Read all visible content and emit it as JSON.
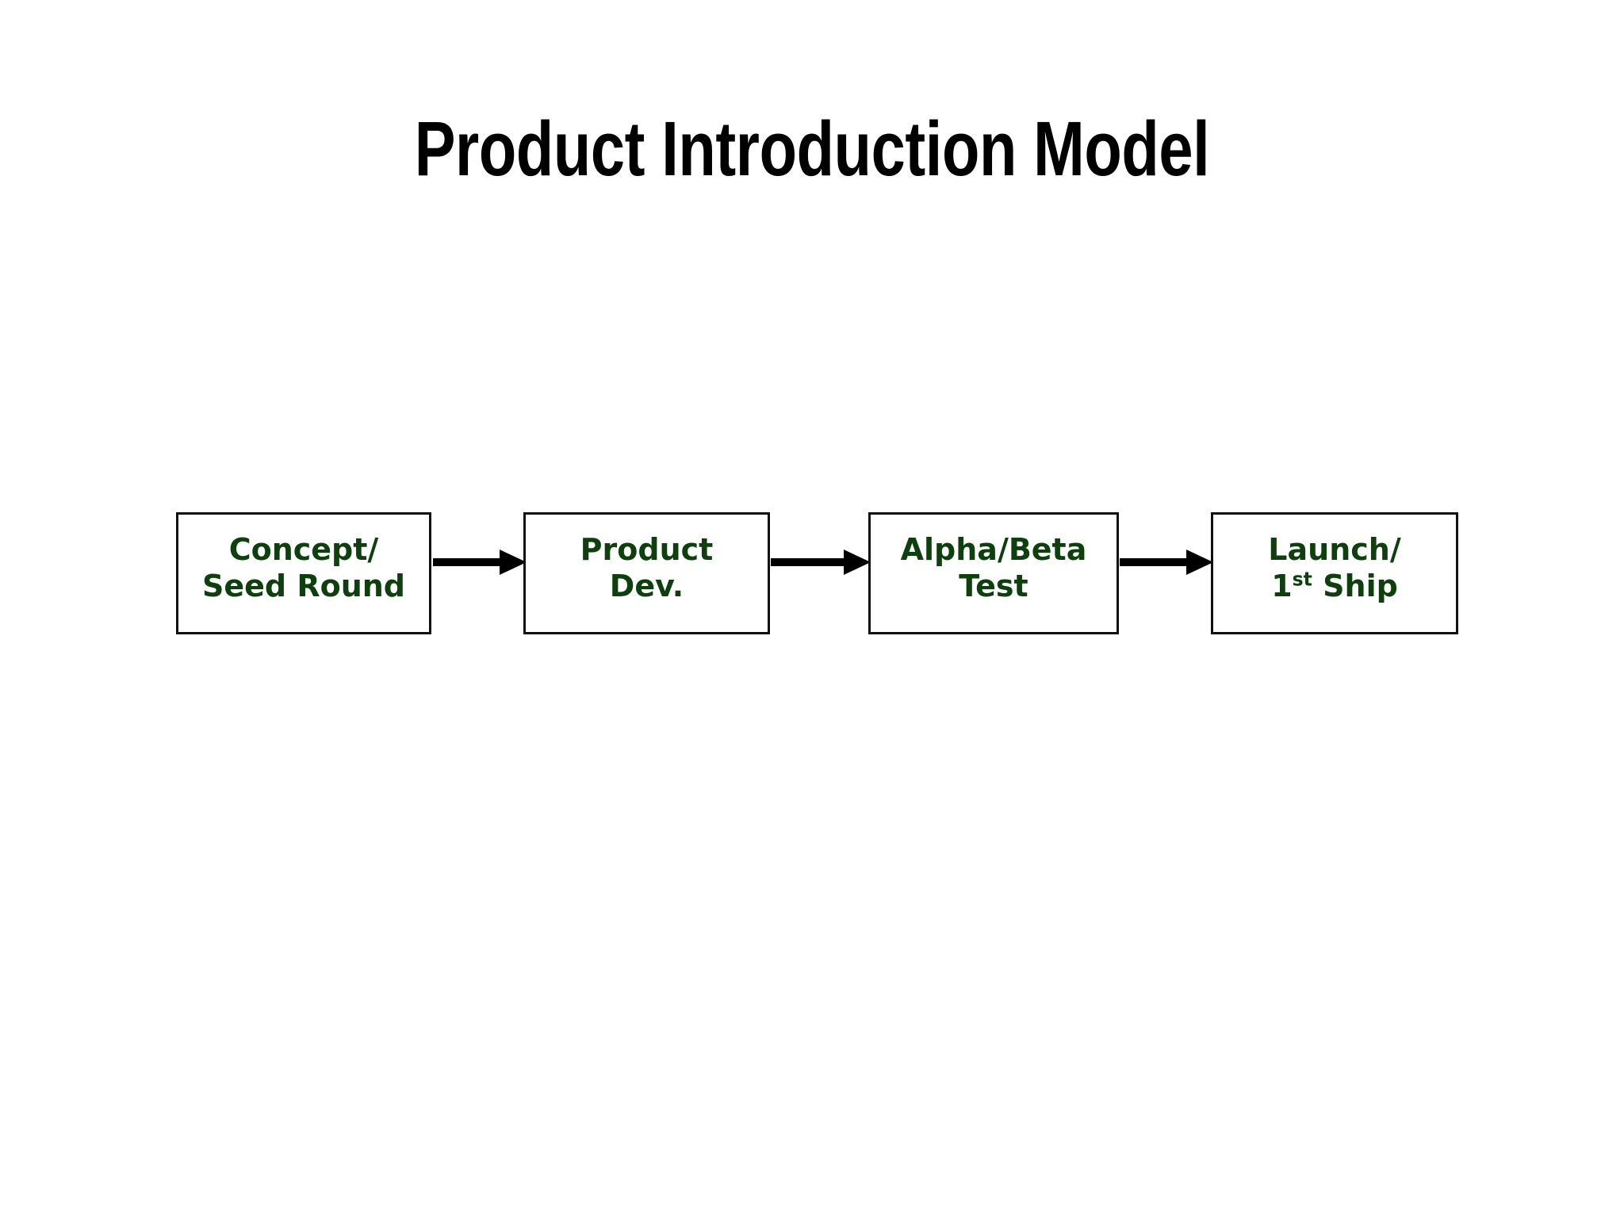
{
  "slide": {
    "background_color": "#ffffff",
    "title": "Product Introduction Model",
    "title_color": "#000000"
  },
  "diagram": {
    "type": "linear-process-flow",
    "node_text_color": "#0d400d",
    "node_border_color": "#111111",
    "node_fill_color": "#ffffff",
    "arrow_color": "#000000",
    "nodes": [
      {
        "id": "concept-seed-round",
        "line1": "Concept/",
        "line2": "Seed Round"
      },
      {
        "id": "product-dev",
        "line1": "Product",
        "line2": "Dev."
      },
      {
        "id": "alpha-beta-test",
        "line1": "Alpha/Beta",
        "line2": "Test"
      },
      {
        "id": "launch-first-ship",
        "line1": "Launch/",
        "line2_prefix": "1",
        "line2_sup": "st",
        "line2_suffix": " Ship"
      }
    ],
    "arrows": [
      {
        "from": "concept-seed-round",
        "to": "product-dev"
      },
      {
        "from": "product-dev",
        "to": "alpha-beta-test"
      },
      {
        "from": "alpha-beta-test",
        "to": "launch-first-ship"
      }
    ]
  }
}
